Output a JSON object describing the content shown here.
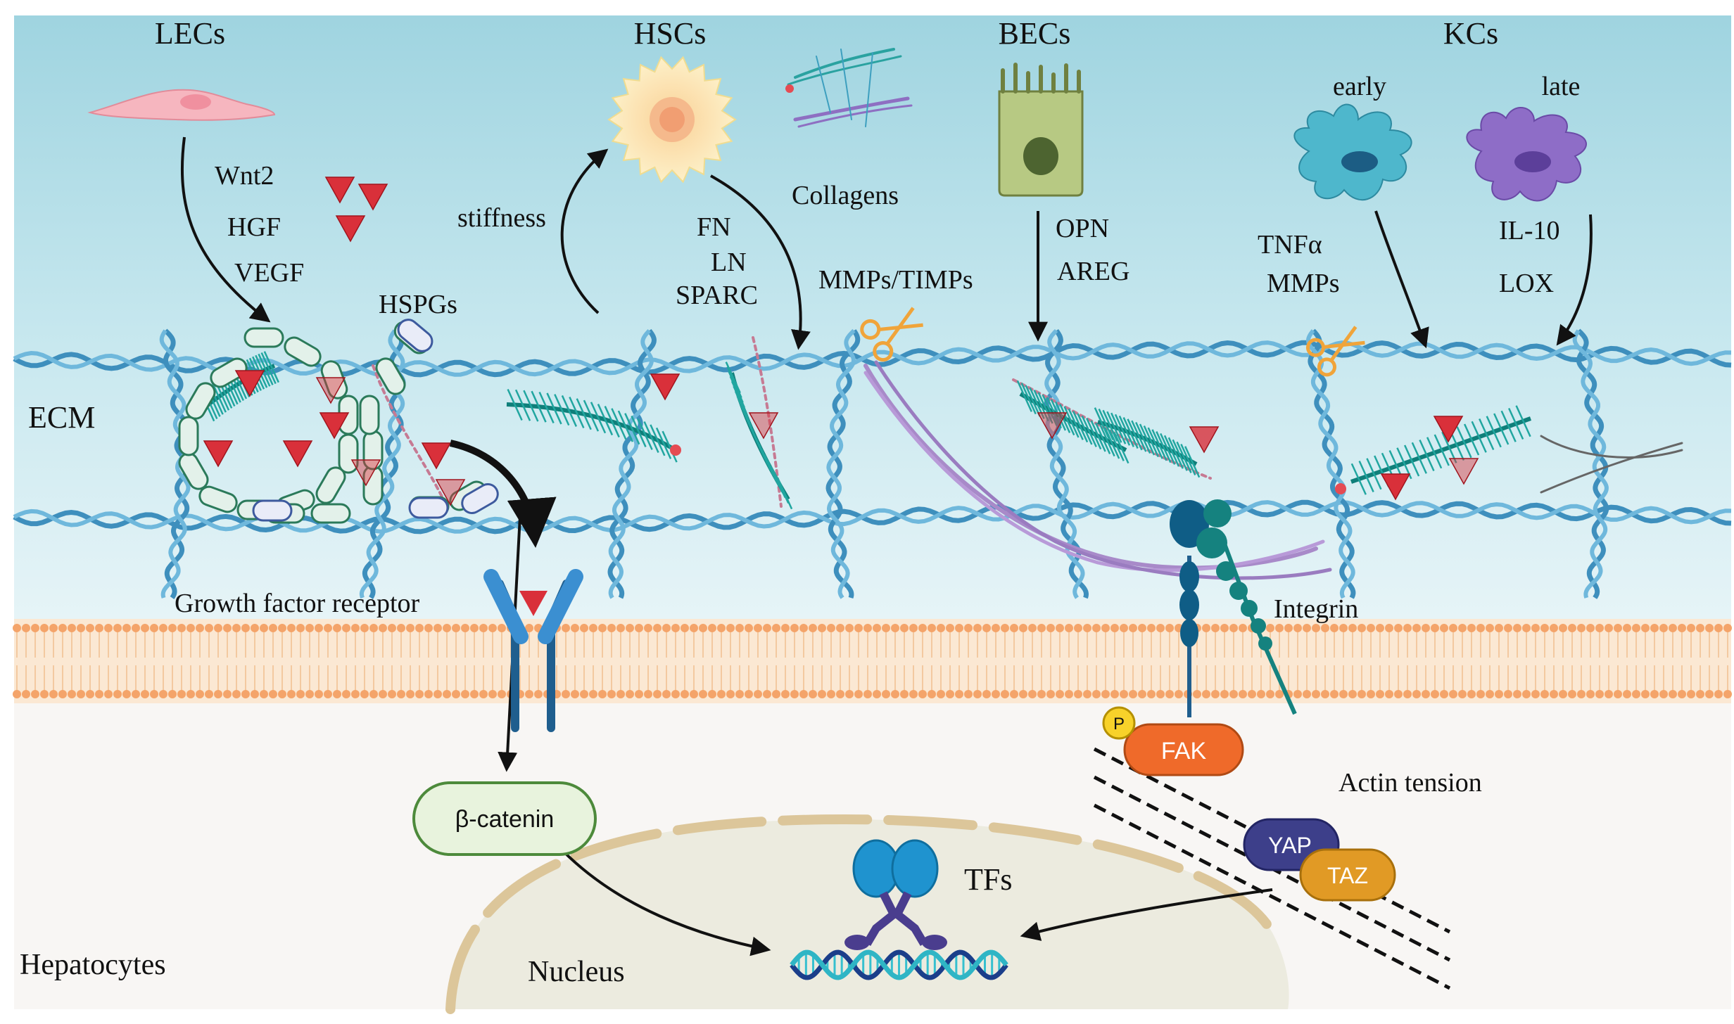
{
  "cells": {
    "lecs": "LECs",
    "hscs": "HSCs",
    "becs": "BECs",
    "kcs": "KCs",
    "kcs_early": "early",
    "kcs_late": "late"
  },
  "signals": {
    "wnt2": "Wnt2",
    "hgf": "HGF",
    "vegf": "VEGF",
    "hspgs": "HSPGs",
    "stiffness": "stiffness",
    "fn": "FN",
    "ln": "LN",
    "sparc": "SPARC",
    "collagens": "Collagens",
    "mmps_timps": "MMPs/TIMPs",
    "opn": "OPN",
    "areg": "AREG",
    "tnfa": "TNFα",
    "mmps": "MMPs",
    "il10": "IL-10",
    "lox": "LOX"
  },
  "regions": {
    "ecm": "ECM",
    "hepatocytes": "Hepatocytes",
    "nucleus": "Nucleus"
  },
  "molecules": {
    "gf_receptor": "Growth factor receptor",
    "integrin": "Integrin",
    "beta_catenin": "β-catenin",
    "fak": "FAK",
    "p": "P",
    "actin_tension": "Actin tension",
    "yap": "YAP",
    "taz": "TAZ",
    "tfs": "TFs"
  },
  "colors": {
    "ecm_bg_top": "#9fd4e0",
    "ecm_bg_bottom": "#e4f3f7",
    "cytoplasm": "#f8f6f4",
    "nucleus": "#ecebdf",
    "collagen": "#3e8fbd",
    "growth_factor": "#d9303a",
    "fak": "#ef6a2a",
    "yap": "#3d3f8a",
    "taz": "#e19a25",
    "beta_catenin_fill": "#e8f3dd",
    "beta_catenin_stroke": "#4d8a3b"
  }
}
